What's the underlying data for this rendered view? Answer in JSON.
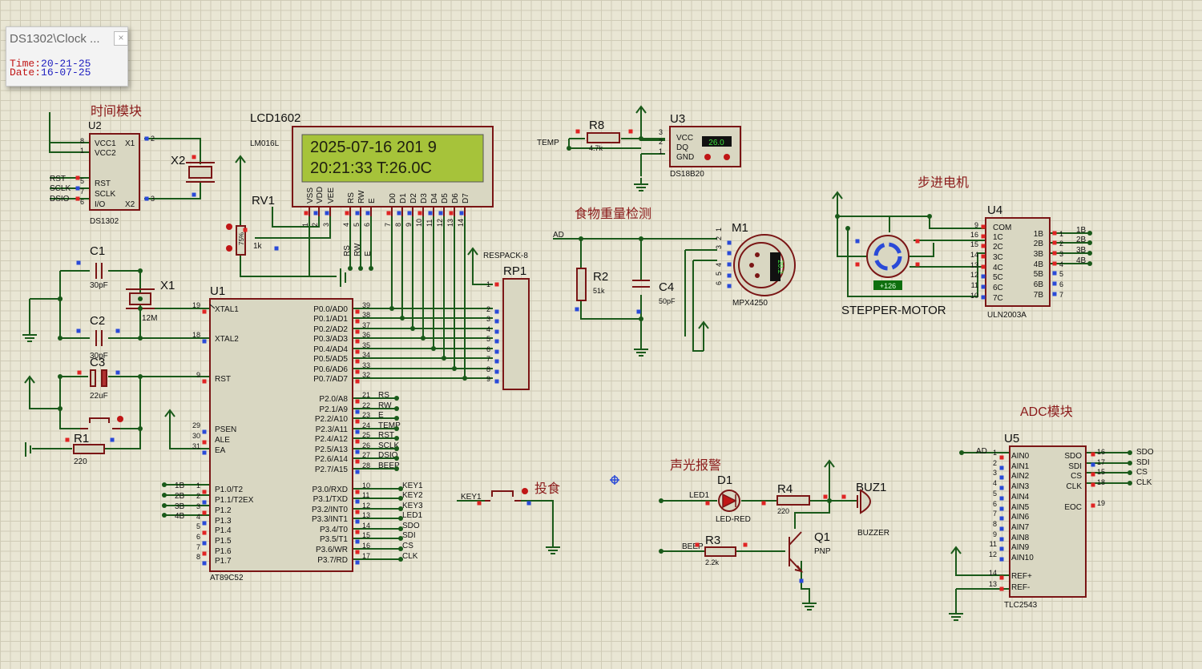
{
  "popup": {
    "title": "DS1302\\Clock ...",
    "close": "×",
    "time_label": "Time:",
    "time_value": "20-21-25",
    "date_label": "Date:",
    "date_value": "16-07-25"
  },
  "labels": {
    "time_module": "时间模块",
    "food_weight": "食物重量检测",
    "stepper_cn": "步进电机",
    "adc_module": "ADC模块",
    "alarm": "声光报警",
    "feed": "投食"
  },
  "lcd": {
    "ref": "LCD1602",
    "model": "LM016L",
    "line1": "2025-07-16 201 9",
    "line2": "20:21:33 T:26.0C",
    "pins": [
      "VSS",
      "VDD",
      "VEE",
      "RS",
      "RW",
      "E",
      "D0",
      "D1",
      "D2",
      "D3",
      "D4",
      "D5",
      "D6",
      "D7"
    ],
    "pin_nums": [
      "1",
      "2",
      "3",
      "4",
      "5",
      "6",
      "7",
      "8",
      "9",
      "10",
      "11",
      "12",
      "13",
      "14"
    ],
    "net_rs": "RS",
    "net_rw": "RW",
    "net_e": "E"
  },
  "u2": {
    "ref": "U2",
    "model": "DS1302",
    "pins_left": [
      "VCC1",
      "VCC2",
      "RST",
      "SCLK",
      "I/O"
    ],
    "pins_right": [
      "X1",
      "X2"
    ],
    "nums_left": [
      "8",
      "1",
      "5",
      "7",
      "6"
    ],
    "nums_right": [
      "2",
      "3"
    ],
    "nets": [
      "RST",
      "SCLK",
      "DSIO"
    ],
    "crystal": "X2"
  },
  "rv1": {
    "ref": "RV1",
    "value": "1k",
    "pct": "75%"
  },
  "c1": {
    "ref": "C1",
    "value": "30pF"
  },
  "c2": {
    "ref": "C2",
    "value": "30pF"
  },
  "c3": {
    "ref": "C3",
    "value": "22uF"
  },
  "x1": {
    "ref": "X1",
    "value": "12M"
  },
  "r1": {
    "ref": "R1",
    "value": "220"
  },
  "u1": {
    "ref": "U1",
    "model": "AT89C52",
    "left_pins": [
      [
        "19",
        "XTAL1"
      ],
      [
        "18",
        "XTAL2"
      ],
      [
        "9",
        "RST"
      ],
      [
        "29",
        "PSEN"
      ],
      [
        "30",
        "ALE"
      ],
      [
        "31",
        "EA"
      ],
      [
        "1",
        "P1.0/T2"
      ],
      [
        "2",
        "P1.1/T2EX"
      ],
      [
        "3",
        "P1.2"
      ],
      [
        "4",
        "P1.3"
      ],
      [
        "5",
        "P1.4"
      ],
      [
        "6",
        "P1.5"
      ],
      [
        "7",
        "P1.6"
      ],
      [
        "8",
        "P1.7"
      ]
    ],
    "left_nets": [
      "1B",
      "2B",
      "3B",
      "4B"
    ],
    "p0": [
      [
        "39",
        "P0.0/AD0"
      ],
      [
        "38",
        "P0.1/AD1"
      ],
      [
        "37",
        "P0.2/AD2"
      ],
      [
        "36",
        "P0.3/AD3"
      ],
      [
        "35",
        "P0.4/AD4"
      ],
      [
        "34",
        "P0.5/AD5"
      ],
      [
        "33",
        "P0.6/AD6"
      ],
      [
        "32",
        "P0.7/AD7"
      ]
    ],
    "p2": [
      [
        "21",
        "P2.0/A8",
        "RS"
      ],
      [
        "22",
        "P2.1/A9",
        "RW"
      ],
      [
        "23",
        "P2.2/A10",
        "E"
      ],
      [
        "24",
        "P2.3/A11",
        "TEMP"
      ],
      [
        "25",
        "P2.4/A12",
        "RST"
      ],
      [
        "26",
        "P2.5/A13",
        "SCLK"
      ],
      [
        "27",
        "P2.6/A14",
        "DSIO"
      ],
      [
        "28",
        "P2.7/A15",
        "BEEP"
      ]
    ],
    "p3": [
      [
        "10",
        "P3.0/RXD",
        "KEY1"
      ],
      [
        "11",
        "P3.1/TXD",
        "KEY2"
      ],
      [
        "12",
        "P3.2/INT0",
        "KEY3"
      ],
      [
        "13",
        "P3.3/INT1",
        "LED1"
      ],
      [
        "14",
        "P3.4/T0",
        "SDO"
      ],
      [
        "15",
        "P3.5/T1",
        "SDI"
      ],
      [
        "16",
        "P3.6/WR",
        "CS"
      ],
      [
        "17",
        "P3.7/RD",
        "CLK"
      ]
    ]
  },
  "rp1": {
    "ref": "RP1",
    "model": "RESPACK-8",
    "pins": [
      "1",
      "2",
      "3",
      "4",
      "5",
      "6",
      "7",
      "8",
      "9"
    ]
  },
  "r8": {
    "ref": "R8",
    "value": "4.7k",
    "net": "TEMP"
  },
  "u3": {
    "ref": "U3",
    "model": "DS18B20",
    "pins": [
      "VCC",
      "DQ",
      "GND"
    ],
    "nums": [
      "3",
      "2",
      "1"
    ],
    "reading": "26.0"
  },
  "r2": {
    "ref": "R2",
    "value": "51k"
  },
  "c4": {
    "ref": "C4",
    "value": "50pF"
  },
  "ad_net": "AD",
  "m1": {
    "ref": "M1",
    "model": "MPX4250",
    "reading": "20.2",
    "nums": [
      "3",
      "2",
      "1",
      "4",
      "5",
      "6"
    ]
  },
  "motor": {
    "name": "STEPPER-MOTOR",
    "reading": "+126"
  },
  "u4": {
    "ref": "U4",
    "model": "ULN2003A",
    "left": [
      [
        "9",
        "COM"
      ],
      [
        "16",
        "1C"
      ],
      [
        "15",
        "2C"
      ],
      [
        "14",
        "3C"
      ],
      [
        "13",
        "4C"
      ],
      [
        "12",
        "5C"
      ],
      [
        "11",
        "6C"
      ],
      [
        "10",
        "7C"
      ]
    ],
    "right": [
      [
        "1",
        "1B",
        "1B"
      ],
      [
        "2",
        "2B",
        "2B"
      ],
      [
        "3",
        "3B",
        "3B"
      ],
      [
        "4",
        "4B",
        "4B"
      ],
      [
        "5",
        "5B",
        ""
      ],
      [
        "6",
        "6B",
        ""
      ],
      [
        "7",
        "7B",
        ""
      ]
    ]
  },
  "u5": {
    "ref": "U5",
    "model": "TLC2543",
    "left": [
      [
        "1",
        "AIN0"
      ],
      [
        "2",
        "AIN1"
      ],
      [
        "3",
        "AIN2"
      ],
      [
        "4",
        "AIN3"
      ],
      [
        "5",
        "AIN4"
      ],
      [
        "6",
        "AIN5"
      ],
      [
        "7",
        "AIN6"
      ],
      [
        "8",
        "AIN7"
      ],
      [
        "9",
        "AIN8"
      ],
      [
        "11",
        "AIN9"
      ],
      [
        "12",
        "AIN10"
      ],
      [
        "14",
        "REF+"
      ],
      [
        "13",
        "REF-"
      ]
    ],
    "right": [
      [
        "16",
        "SDO",
        "SDO"
      ],
      [
        "17",
        "SDI",
        "SDI"
      ],
      [
        "15",
        "CS",
        "CS"
      ],
      [
        "18",
        "CLK",
        "CLK"
      ],
      [
        "19",
        "EOC",
        ""
      ]
    ],
    "ad_net": "AD"
  },
  "key1": {
    "net": "KEY1"
  },
  "d1": {
    "ref": "D1",
    "model": "LED-RED",
    "net": "LED1"
  },
  "r4": {
    "ref": "R4",
    "value": "220"
  },
  "buz1": {
    "ref": "BUZ1",
    "model": "BUZZER"
  },
  "r3": {
    "ref": "R3",
    "value": "2.2k",
    "net": "BEEP"
  },
  "q1": {
    "ref": "Q1",
    "model": "PNP"
  }
}
